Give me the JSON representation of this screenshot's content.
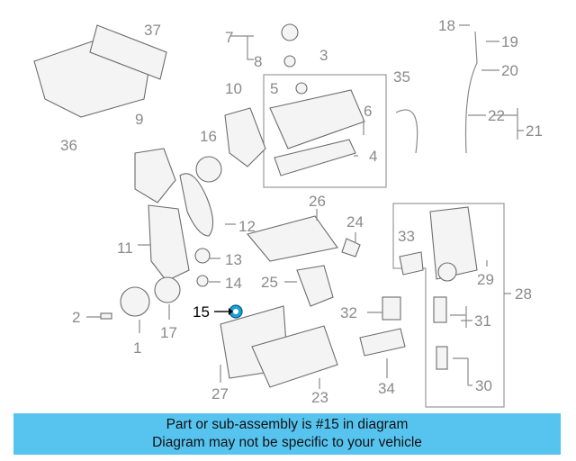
{
  "highlight_part": "15",
  "callouts": [
    "1",
    "2",
    "3",
    "4",
    "5",
    "6",
    "7",
    "8",
    "9",
    "10",
    "11",
    "12",
    "13",
    "14",
    "15",
    "16",
    "17",
    "18",
    "19",
    "20",
    "21",
    "22",
    "23",
    "24",
    "25",
    "26",
    "27",
    "28",
    "29",
    "30",
    "31",
    "32",
    "33",
    "34",
    "35",
    "36",
    "37"
  ],
  "banner": {
    "line1": "Part or sub-assembly is #15 in diagram",
    "line2": "Diagram may not be specific to your vehicle"
  },
  "colors": {
    "banner": "#57c4f0",
    "highlight": "#1aa0d8",
    "callout": "#8a8a8a"
  }
}
